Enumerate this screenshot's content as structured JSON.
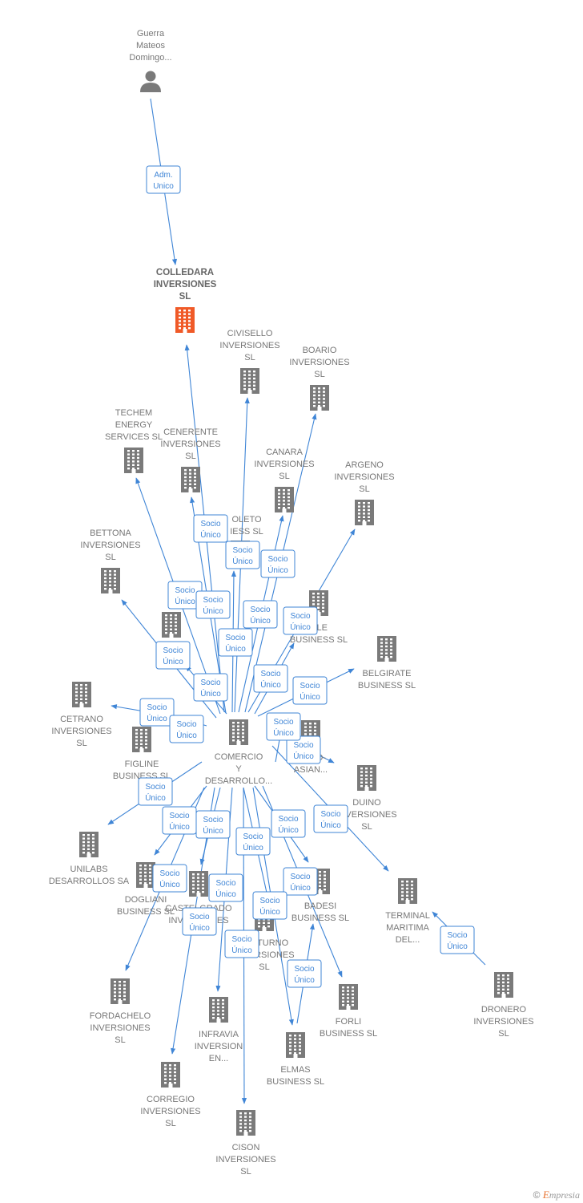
{
  "colors": {
    "edge": "#3f85d6",
    "building": "#7a7a7a",
    "focus_building": "#f05a28",
    "person": "#7a7a7a",
    "label": "#777777"
  },
  "nodes": [
    {
      "id": "guerra",
      "kind": "person",
      "label": [
        "Guerra",
        "Mateos",
        "Domingo..."
      ]
    },
    {
      "id": "colledara",
      "kind": "focus",
      "label": [
        "COLLEDARA",
        "INVERSIONES",
        "SL"
      ]
    },
    {
      "id": "civisello",
      "kind": "company",
      "label": [
        "CIVISELLO",
        "INVERSIONES",
        "SL"
      ]
    },
    {
      "id": "boario",
      "kind": "company",
      "label": [
        "BOARIO",
        "INVERSIONES",
        "SL"
      ]
    },
    {
      "id": "techem",
      "kind": "company",
      "label": [
        "TECHEM",
        "ENERGY",
        "SERVICES  SL"
      ]
    },
    {
      "id": "cenerente",
      "kind": "company",
      "label": [
        "CENERENTE",
        "INVERSIONES",
        "SL"
      ]
    },
    {
      "id": "canara",
      "kind": "company",
      "label": [
        "CANARA",
        "INVERSIONES",
        "SL"
      ]
    },
    {
      "id": "argeno",
      "kind": "company",
      "label": [
        "ARGENO",
        "INVERSIONES",
        "SL"
      ]
    },
    {
      "id": "bettona",
      "kind": "company",
      "label": [
        "BETTONA",
        "INVERSIONES",
        "SL"
      ]
    },
    {
      "id": "oleto",
      "kind": "company",
      "label": [
        "OLETO",
        "IESS  SL"
      ]
    },
    {
      "id": "ole",
      "kind": "company",
      "label": [
        "OLE",
        "BUSINESS  SL"
      ]
    },
    {
      "id": "busp",
      "kind": "company",
      "label": [
        "P",
        "BUS      SL"
      ]
    },
    {
      "id": "belgirate",
      "kind": "company",
      "label": [
        "BELGIRATE",
        "BUSINESS  SL"
      ]
    },
    {
      "id": "cetrano",
      "kind": "company",
      "label": [
        "CETRANO",
        "INVERSIONES",
        "SL"
      ]
    },
    {
      "id": "comercio",
      "kind": "company",
      "label": [
        "COMERCIO",
        "Y",
        "DESARROLLO..."
      ]
    },
    {
      "id": "figline",
      "kind": "company",
      "label": [
        "FIGLINE",
        "BUSINESS  SL"
      ]
    },
    {
      "id": "ibero",
      "kind": "company",
      "label": [
        "IBERO-",
        "ASIAN..."
      ]
    },
    {
      "id": "duino",
      "kind": "company",
      "label": [
        "DUINO",
        "INVERSIONES",
        "SL"
      ]
    },
    {
      "id": "unilabs",
      "kind": "company",
      "label": [
        "UNILABS",
        "DESARROLLOS SA"
      ]
    },
    {
      "id": "dogliani",
      "kind": "company",
      "label": [
        "DOGLIANI",
        "BUSINESS  SL"
      ]
    },
    {
      "id": "castel",
      "kind": "company",
      "label": [
        "CASTELGRADO",
        "INVERSIONES",
        "SL"
      ]
    },
    {
      "id": "badesi",
      "kind": "company",
      "label": [
        "BADESI",
        "BUSINESS  SL"
      ]
    },
    {
      "id": "terminal",
      "kind": "company",
      "label": [
        "TERMINAL",
        "MARITIMA",
        "DEL..."
      ]
    },
    {
      "id": "volturno",
      "kind": "company",
      "label": [
        "VOLTURNO",
        "INVERSIONES",
        "SL"
      ]
    },
    {
      "id": "fordachelo",
      "kind": "company",
      "label": [
        "FORDACHELO",
        "INVERSIONES",
        "SL"
      ]
    },
    {
      "id": "infravia",
      "kind": "company",
      "label": [
        "INFRAVIA",
        "INVERSION",
        "EN..."
      ]
    },
    {
      "id": "forli",
      "kind": "company",
      "label": [
        "FORLI",
        "BUSINESS  SL"
      ]
    },
    {
      "id": "dronero",
      "kind": "company",
      "label": [
        "DRONERO",
        "INVERSIONES",
        "SL"
      ]
    },
    {
      "id": "elmas",
      "kind": "company",
      "label": [
        "ELMAS",
        "BUSINESS  SL"
      ]
    },
    {
      "id": "corregio",
      "kind": "company",
      "label": [
        "CORREGIO",
        "INVERSIONES",
        "SL"
      ]
    },
    {
      "id": "cison",
      "kind": "company",
      "label": [
        "CISON",
        "INVERSIONES",
        "SL"
      ]
    }
  ],
  "edges": [
    {
      "from": "guerra",
      "to": "colledara",
      "label": [
        "Adm.",
        "Unico"
      ]
    },
    {
      "from": "comercio",
      "to": "colledara",
      "label": [
        "Socio",
        "Único"
      ]
    },
    {
      "from": "comercio",
      "to": "civisello",
      "label": [
        "Socio",
        "Único"
      ]
    },
    {
      "from": "comercio",
      "to": "boario",
      "label": [
        "Socio",
        "Único"
      ]
    },
    {
      "from": "comercio",
      "to": "techem",
      "label": [
        "Socio",
        "Único"
      ]
    },
    {
      "from": "comercio",
      "to": "cenerente",
      "label": [
        "Socio",
        "Único"
      ]
    },
    {
      "from": "comercio",
      "to": "canara",
      "label": [
        "Socio",
        "Único"
      ]
    },
    {
      "from": "comercio",
      "to": "argeno",
      "label": [
        "Socio",
        "Único"
      ]
    },
    {
      "from": "comercio",
      "to": "bettona",
      "label": [
        "Socio",
        "Único"
      ]
    },
    {
      "from": "comercio",
      "to": "oleto",
      "label": [
        "Socio",
        "Único"
      ]
    },
    {
      "from": "comercio",
      "to": "ole",
      "label": [
        "Socio",
        "Único"
      ]
    },
    {
      "from": "comercio",
      "to": "busp",
      "label": [
        "Socio",
        "Único"
      ]
    },
    {
      "from": "comercio",
      "to": "belgirate",
      "label": [
        "Socio",
        "Único"
      ]
    },
    {
      "from": "comercio",
      "to": "cetrano",
      "label": [
        "Socio",
        "Único"
      ]
    },
    {
      "from": "comercio",
      "to": "figline",
      "label": [
        "Socio",
        "Único"
      ]
    },
    {
      "from": "comercio",
      "to": "ibero",
      "label": [
        "Socio",
        "Único"
      ]
    },
    {
      "from": "comercio",
      "to": "duino",
      "label": [
        "Socio",
        "Único"
      ]
    },
    {
      "from": "comercio",
      "to": "unilabs",
      "label": [
        "Socio",
        "Único"
      ]
    },
    {
      "from": "comercio",
      "to": "dogliani",
      "label": [
        "Socio",
        "Único"
      ]
    },
    {
      "from": "comercio",
      "to": "castel",
      "label": [
        "Socio",
        "Único"
      ]
    },
    {
      "from": "comercio",
      "to": "badesi",
      "label": [
        "Socio",
        "Único"
      ]
    },
    {
      "from": "comercio",
      "to": "terminal",
      "label": [
        "Socio",
        "Único"
      ]
    },
    {
      "from": "comercio",
      "to": "volturno",
      "label": [
        "Socio",
        "Único"
      ]
    },
    {
      "from": "comercio",
      "to": "fordachelo",
      "label": [
        "Socio",
        "Único"
      ]
    },
    {
      "from": "comercio",
      "to": "infravia",
      "label": [
        "Socio",
        "Único"
      ]
    },
    {
      "from": "comercio",
      "to": "forli",
      "label": [
        "Socio",
        "Único"
      ]
    },
    {
      "from": "comercio",
      "to": "elmas",
      "label": [
        "Socio",
        "Único"
      ]
    },
    {
      "from": "comercio",
      "to": "corregio",
      "label": [
        "Socio",
        "Único"
      ]
    },
    {
      "from": "comercio",
      "to": "cison",
      "label": [
        "Socio",
        "Único"
      ]
    },
    {
      "from": "dronero",
      "to": "terminal",
      "label": [
        "Socio",
        "Único"
      ]
    },
    {
      "from": "elmas",
      "to": "badesi",
      "label": [
        "Socio",
        "Único"
      ]
    }
  ],
  "footer": {
    "copyright": "©",
    "brand_initial": "E",
    "brand_rest": "mpresia"
  }
}
